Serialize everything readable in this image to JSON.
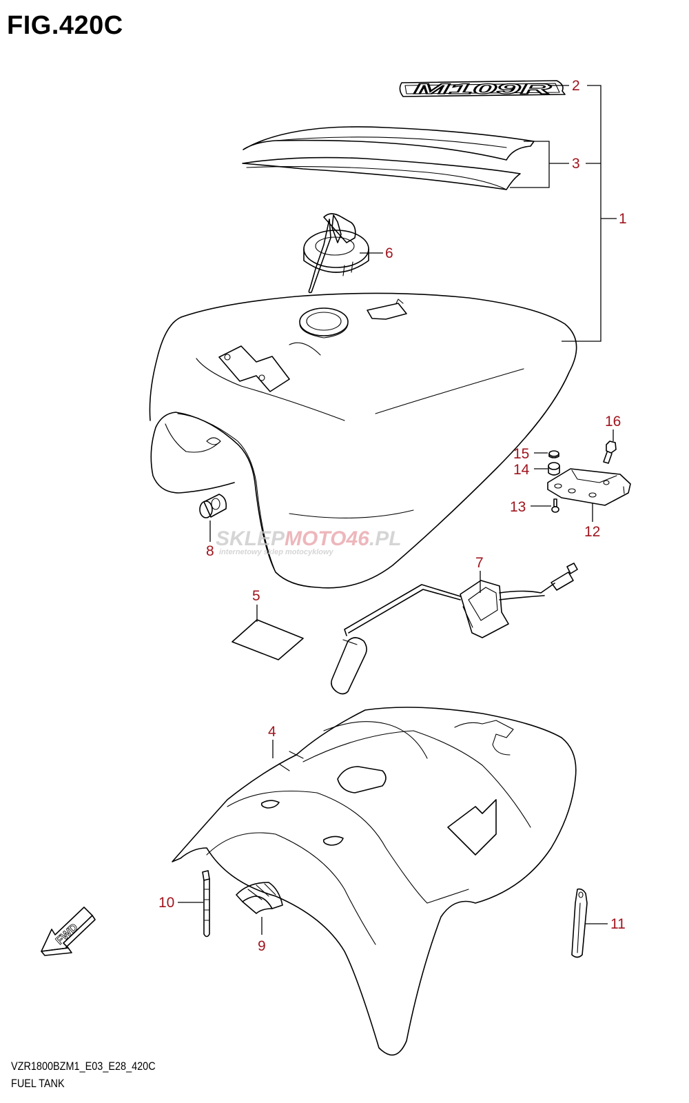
{
  "figure": {
    "title": "FIG.420C",
    "code": "VZR1800BZM1_E03_E28_420C",
    "name": "FUEL TANK"
  },
  "emblem_text": "M109R",
  "fwd_text": "FWD",
  "watermark": {
    "brand_part1": "SKLEP",
    "brand_part2": "MOTO",
    "brand_part3": "46",
    "brand_part4": ".PL",
    "tagline": "internetowy sklep motocyklowy"
  },
  "callouts": {
    "p1": "1",
    "p2": "2",
    "p3": "3",
    "p4": "4",
    "p5": "5",
    "p6": "6",
    "p7": "7",
    "p8": "8",
    "p9": "9",
    "p10": "10",
    "p11": "11",
    "p12": "12",
    "p13": "13",
    "p14": "14",
    "p15": "15",
    "p16": "16"
  },
  "colors": {
    "callout": "#a0141e",
    "line": "#000000",
    "watermark_gray": "#c8c8c8",
    "watermark_red": "#e7a0a6"
  }
}
